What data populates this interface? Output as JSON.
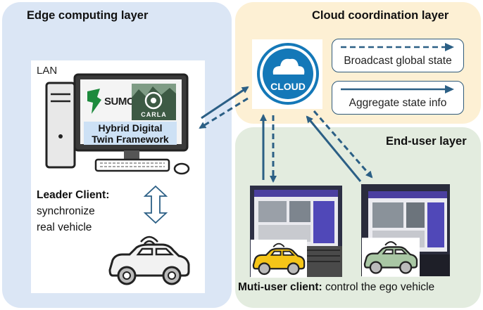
{
  "layers": {
    "edge": {
      "title": "Edge computing layer"
    },
    "cloud": {
      "title": "Cloud coordination layer"
    },
    "end_user": {
      "title": "End-user layer"
    }
  },
  "edge": {
    "lan_label": "LAN",
    "monitor": {
      "sumo_label": "SUMO",
      "carla_label": "CARLA",
      "framework_line1": "Hybrid Digital",
      "framework_line2": "Twin Framework"
    },
    "leader": {
      "title": "Leader Client:",
      "line1": "synchronize",
      "line2": "real vehicle"
    }
  },
  "cloud": {
    "icon_label": "CLOUD",
    "broadcast": "Broadcast global state",
    "aggregate": "Aggregate state info"
  },
  "end_user": {
    "client_title": "Muti-user client:",
    "client_desc": " control the ego vehicle"
  },
  "colors": {
    "arrow": "#2b5f85",
    "cloud_blue": "#1478b8",
    "edge_bg": "#dbe6f5",
    "cloud_bg": "#fdf0d4",
    "user_bg": "#e3ecdf"
  }
}
